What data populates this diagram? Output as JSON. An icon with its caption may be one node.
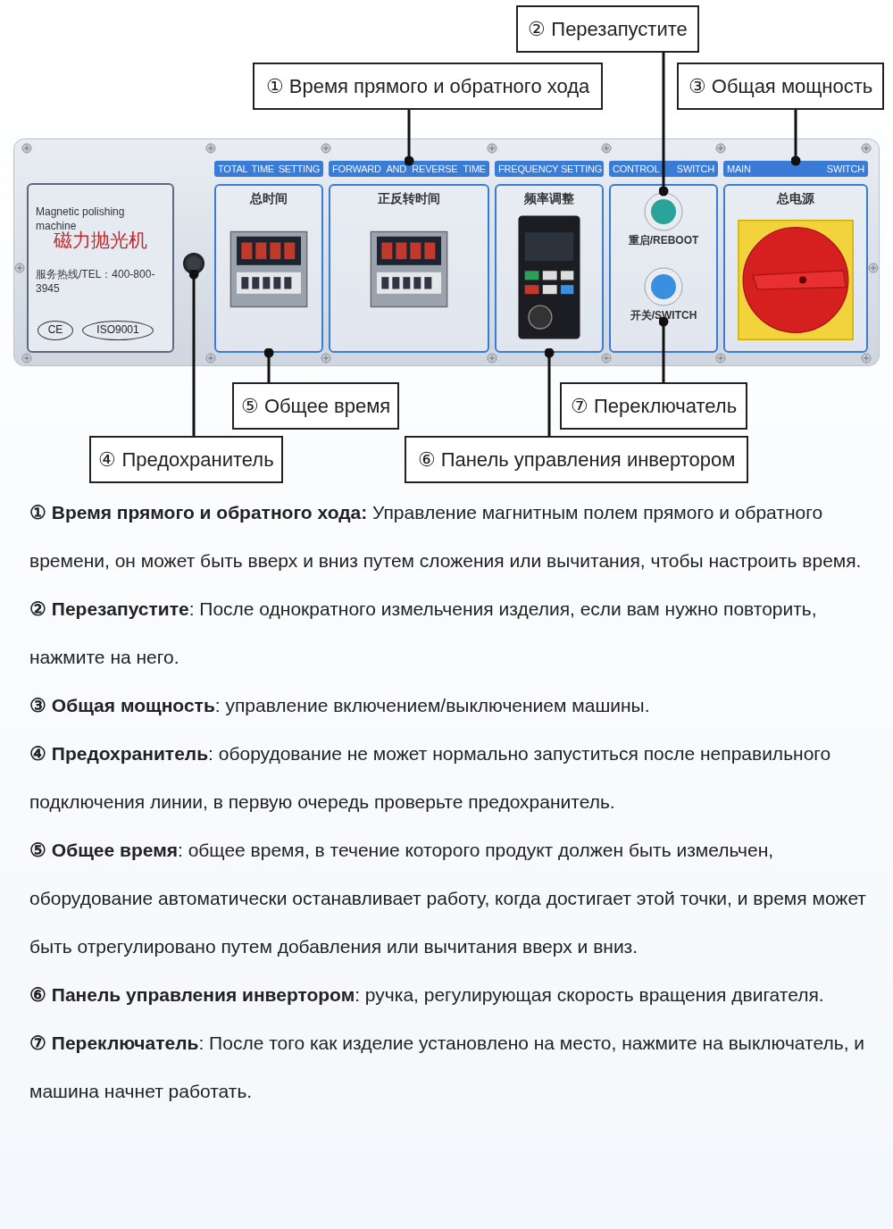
{
  "diagram": {
    "nodes": [
      {
        "text": [
          "② Перезапустите"
        ]
      },
      {
        "text": [
          "① Время прямого и обратного хода"
        ]
      },
      {
        "text": [
          "③ Общая мощность"
        ]
      },
      {
        "text": [
          "Magnetic polishing machine",
          "磁力抛光机",
          "服务热线/TEL：400-800-3945"
        ]
      },
      {
        "text": [
          "CE"
        ],
        "in": 3
      },
      {
        "text": [
          "ISO9001"
        ],
        "in": 3
      },
      {
        "text": [],
        "shape": "circle"
      },
      {
        "text": [
          "TOTAL TIME SETTING",
          "总时间"
        ]
      },
      {
        "text": [
          "FORWARD AND REVERSE TIME",
          "正反转时间"
        ]
      },
      {
        "text": [
          "FREQUENCY SETTING",
          "频率调整"
        ]
      },
      {
        "text": [
          "CONTROL SWITCH"
        ]
      },
      {
        "text": [
          "重启/REBOOT"
        ],
        "in": 10
      },
      {
        "text": [
          "开关/SWITCH"
        ],
        "in": 10
      },
      {
        "text": [
          "MAIN SWITCH",
          "总电源"
        ]
      },
      {
        "text": [
          "⑤ Общее время"
        ]
      },
      {
        "text": [
          "⑦ Переключатель"
        ]
      },
      {
        "text": [
          "④ Предохранитель"
        ]
      },
      {
        "text": [
          "⑥ Панель управления инвертором"
        ]
      }
    ],
    "edges": [
      {
        "from": 1,
        "to": 8,
        "arrow": "other"
      },
      {
        "from": 0,
        "to": 11,
        "arrow": "other"
      },
      {
        "from": 2,
        "to": 13,
        "arrow": "other"
      },
      {
        "from": 16,
        "to": 6,
        "arrow": "other"
      },
      {
        "from": 14,
        "to": 7,
        "arrow": "other"
      },
      {
        "from": 17,
        "to": 9,
        "arrow": "other"
      },
      {
        "from": 15,
        "to": 12,
        "arrow": "other"
      }
    ],
    "labels": [
      "**① Время прямого и обратного хода:** Управление магнитным полем прямого и обратного времени, он может быть вверх и вниз путем сложения или вычитания, чтобы настроить время.",
      "**② Перезапустите**: После однократного измельчения изделия, если вам нужно повторить, нажмите на него.",
      "**③ Общая мощность**: управление включением/выключением машины.",
      "**④ Предохранитель**: оборудование не может нормально запуститься после неправильного подключения линии, в первую очередь проверьте предохранитель.",
      "**⑤ Общее время**: общее время, в течение которого продукт должен быть измельчен, оборудование автоматически останавливает работу, когда достигает этой точки, и время может быть отрегулировано путем добавления или вычитания вверх и вниз.",
      "**⑥ Панель управления инвертором**: ручка, регулирующая скорость вращения двигателя.",
      "**⑦ Переключатель**: После того как изделие установлено на место, нажмите на выключатель, и машина начнет работать."
    ]
  }
}
